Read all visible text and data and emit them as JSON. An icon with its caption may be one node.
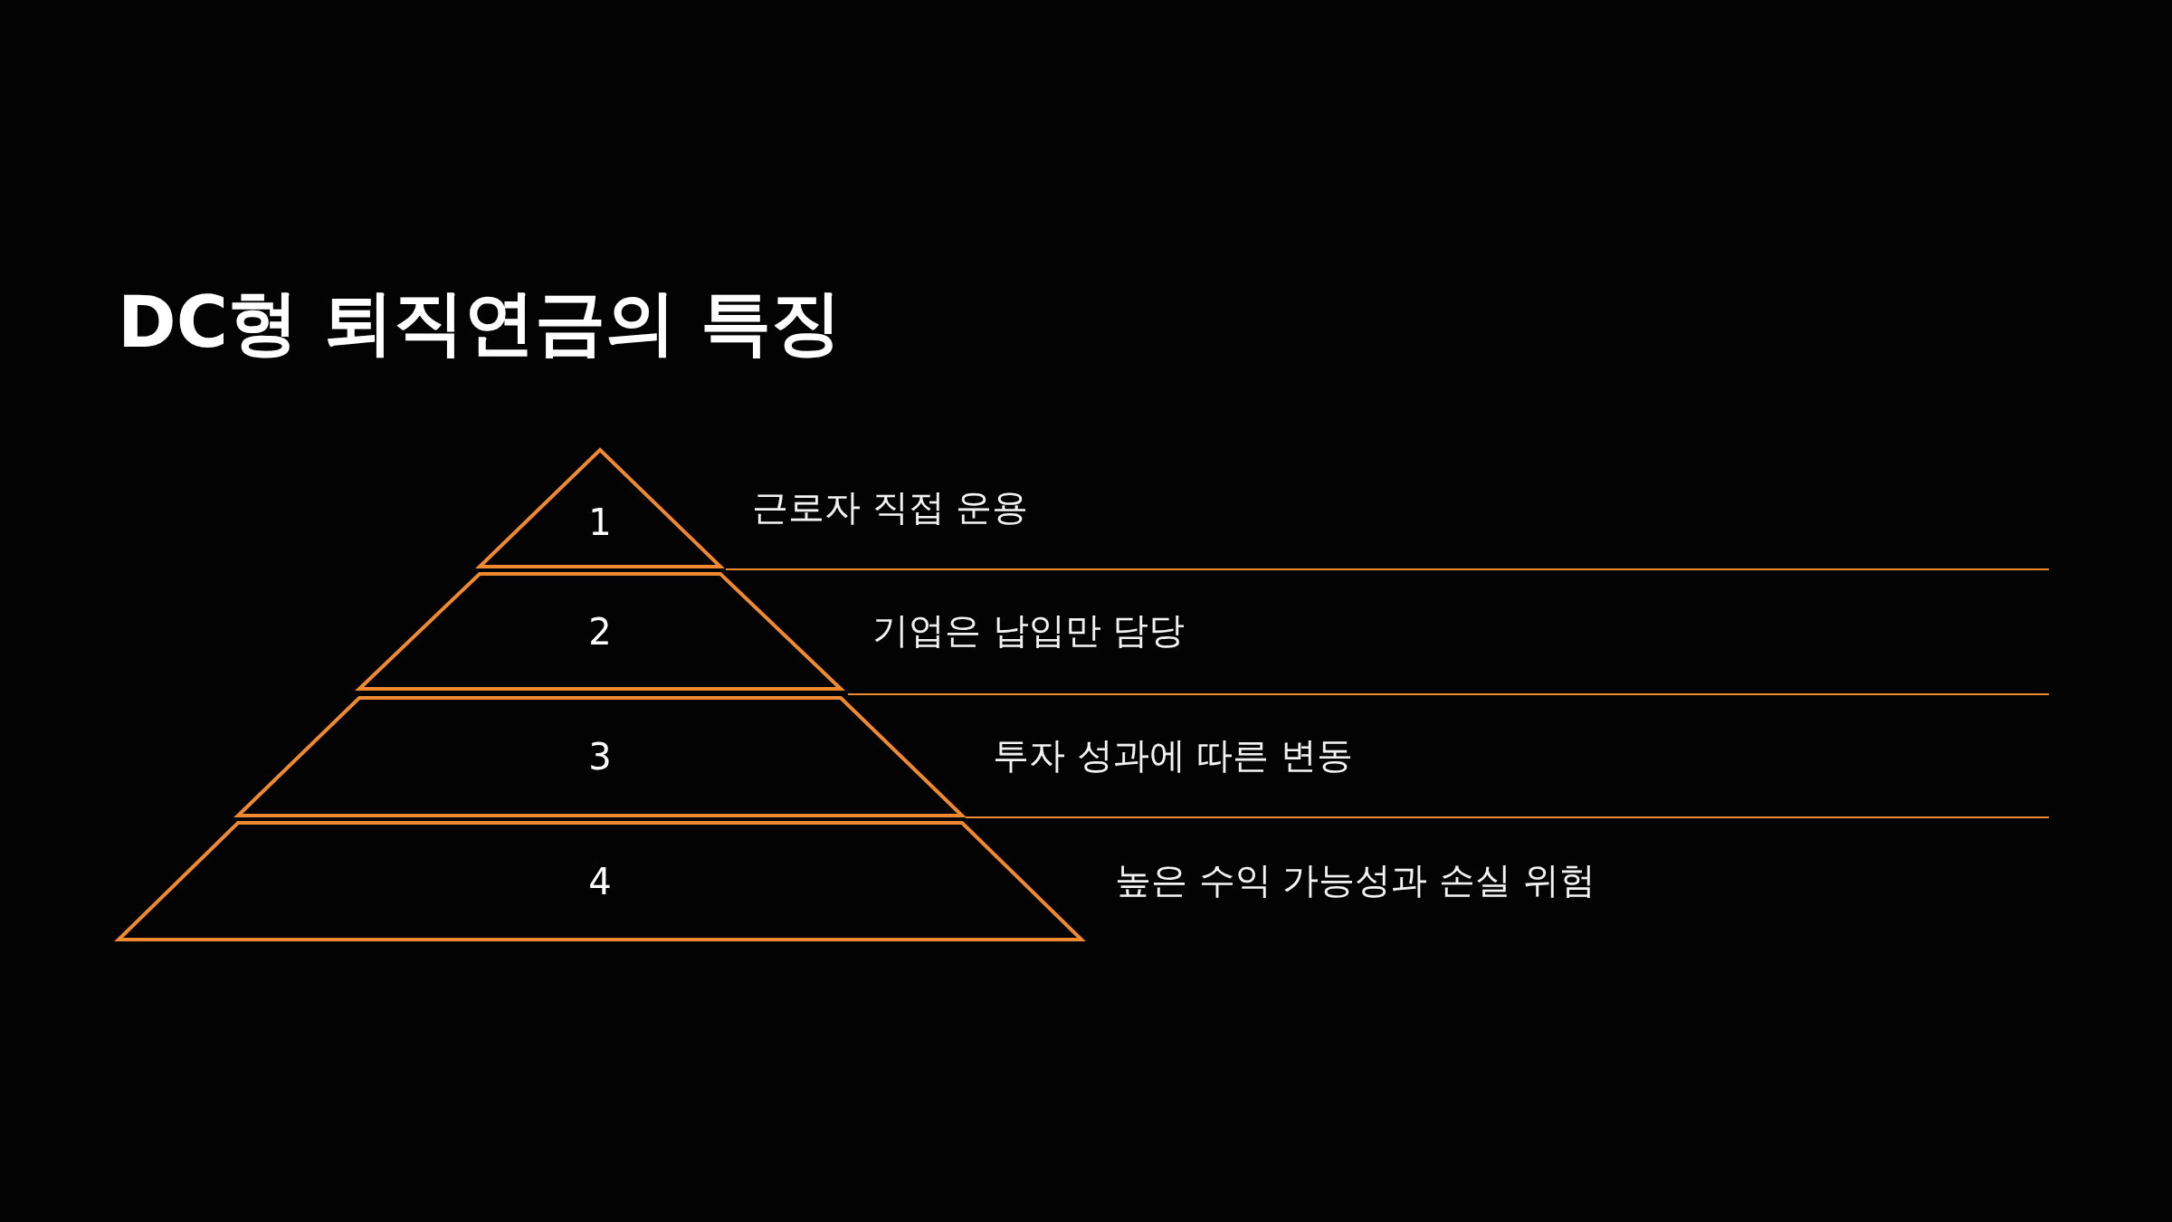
{
  "diagram": {
    "title": "DC형 퇴직연금의 특징",
    "nodes": [
      {
        "text": [
          "1"
        ],
        "beside": [
          "근로자 직접 운용"
        ]
      },
      {
        "text": [
          "2"
        ],
        "beside": [
          "기업은 납입만 담당"
        ]
      },
      {
        "text": [
          "3"
        ],
        "beside": [
          "투자 성과에 따른 변동"
        ]
      },
      {
        "text": [
          "4"
        ],
        "beside": [
          "높은 수익 가능성과 손실 위험"
        ]
      }
    ]
  }
}
